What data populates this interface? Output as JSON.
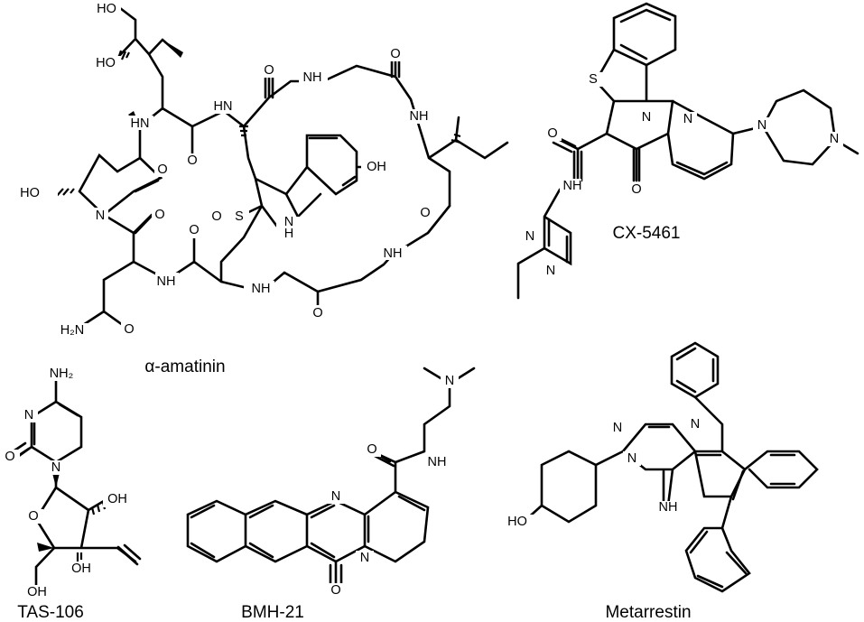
{
  "figure": {
    "background": "#ffffff",
    "ink": "#000000",
    "compounds": [
      {
        "id": "alpha-amatinin",
        "name": "α-amatinin"
      },
      {
        "id": "cx-5461",
        "name": "CX-5461"
      },
      {
        "id": "tas-106",
        "name": "TAS-106"
      },
      {
        "id": "bmh-21",
        "name": "BMH-21"
      },
      {
        "id": "metarrestin",
        "name": "Metarrestin"
      }
    ]
  }
}
